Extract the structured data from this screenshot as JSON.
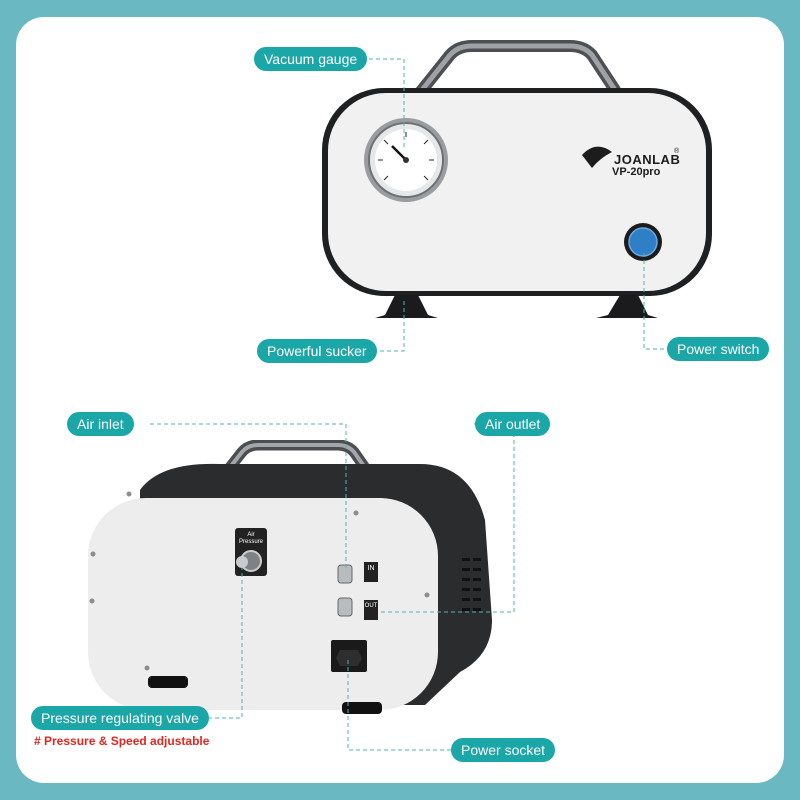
{
  "colors": {
    "background": "#6ab9c2",
    "card": "#ffffff",
    "callout": "#1ba6a8",
    "note": "#e5261f",
    "switch": "#2f7fc7"
  },
  "device_front": {
    "brand": "JOANLAB",
    "model": "VP-20pro",
    "registered": "®"
  },
  "device_back": {
    "panel_label": "Air Pressure",
    "inlet_tag": "IN",
    "outlet_tag": "OUT"
  },
  "labels": {
    "vacuum_gauge": "Vacuum gauge",
    "powerful_sucker": "Powerful sucker",
    "power_switch": "Power switch",
    "air_inlet": "Air inlet",
    "air_outlet": "Air outlet",
    "pressure_valve": "Pressure regulating valve",
    "power_socket": "Power socket"
  },
  "notes": {
    "adjustable": "# Pressure & Speed adjustable"
  }
}
